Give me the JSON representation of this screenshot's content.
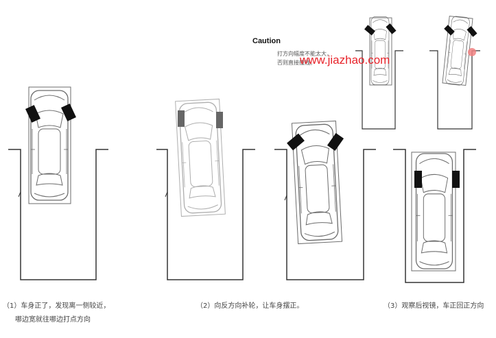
{
  "caution": {
    "title": "Caution",
    "line1": "打方向幅度不能太大，",
    "line2": "否则直接撞线。"
  },
  "watermark": "www.jiazhao.com",
  "captions": {
    "step1_line1": "（1）车身正了，发现离一侧较近，",
    "step1_line2": "哪边宽就往哪边打点方向",
    "step2": "（2）向反方向补轮，让车身摆正。",
    "step3": "（3）观察后视镜，车正回正方向"
  },
  "colors": {
    "line": "#333333",
    "car_outline": "#6b6b6b",
    "mirror_marker": "#111111",
    "mirror_marker_faded": "#666666",
    "watermark": "#e8232a",
    "warning_dot": "#f08080"
  }
}
